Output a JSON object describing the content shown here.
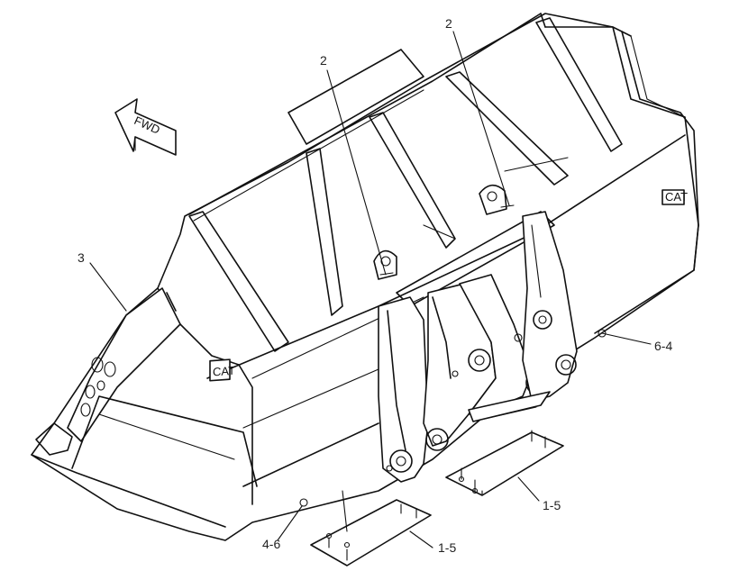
{
  "diagram": {
    "direction_arrow": {
      "label": "FWD"
    },
    "callouts": [
      {
        "id": "callout-2-left",
        "label": "2"
      },
      {
        "id": "callout-2-right",
        "label": "2"
      },
      {
        "id": "callout-3",
        "label": "3"
      },
      {
        "id": "callout-6-4",
        "label": "6-4"
      },
      {
        "id": "callout-1-5-right",
        "label": "1-5"
      },
      {
        "id": "callout-4-6",
        "label": "4-6"
      },
      {
        "id": "callout-1-5-bottom",
        "label": "1-5"
      }
    ],
    "brand_marks": [
      "CAT",
      "CAT"
    ]
  }
}
